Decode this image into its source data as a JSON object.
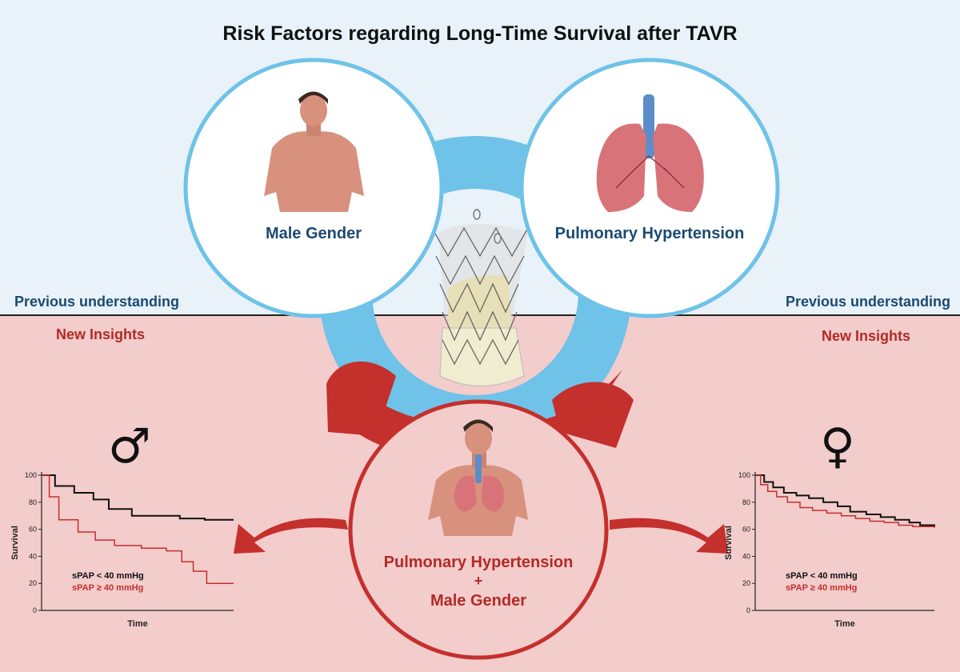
{
  "title": "Risk Factors regarding Long-Time Survival after TAVR",
  "bands": {
    "top_left": "Previous understanding",
    "top_right": "Previous understanding",
    "bottom_left": "New Insights",
    "bottom_right": "New Insights"
  },
  "circles": {
    "male": "Male Gender",
    "ph": "Pulmonary Hypertension",
    "combined_line1": "Pulmonary Hypertension",
    "combined_plus": "+",
    "combined_line2": "Male Gender"
  },
  "symbols": {
    "male": "♂",
    "female": "♀"
  },
  "colors": {
    "top_bg": "#e8f2f8",
    "bottom_bg": "#f3cccc",
    "blue": "#6fc2e8",
    "blue_dark": "#1b4a72",
    "red": "#c4302c",
    "red_dark": "#b22a26"
  },
  "chart_data": [
    {
      "type": "line",
      "symbol": "male",
      "xlabel": "Time",
      "ylabel": "Survival",
      "ylim": [
        0,
        100
      ],
      "yticks": [
        0,
        20,
        40,
        60,
        80,
        100
      ],
      "xlim": [
        0,
        10
      ],
      "series": [
        {
          "name": "sPAP < 40 mmHg",
          "color": "#111111",
          "x": [
            0,
            0.7,
            1.7,
            2.7,
            3.5,
            4.7,
            7.2,
            8.5,
            10
          ],
          "y": [
            100,
            92,
            87,
            82,
            75,
            70,
            68,
            67,
            67
          ]
        },
        {
          "name": "sPAP ≥ 40 mmHg",
          "color": "#c4302c",
          "x": [
            0,
            0.4,
            0.9,
            1.9,
            2.8,
            3.8,
            5.2,
            6.5,
            7.3,
            7.9,
            8.6,
            10
          ],
          "y": [
            100,
            84,
            67,
            58,
            52,
            48,
            46,
            44,
            36,
            29,
            20,
            20
          ]
        }
      ]
    },
    {
      "type": "line",
      "symbol": "female",
      "xlabel": "Time",
      "ylabel": "Survival",
      "ylim": [
        0,
        100
      ],
      "yticks": [
        0,
        20,
        40,
        60,
        80,
        100
      ],
      "xlim": [
        0,
        10
      ],
      "series": [
        {
          "name": "sPAP < 40 mmHg",
          "color": "#111111",
          "x": [
            0,
            0.5,
            1.0,
            1.6,
            2.3,
            3.0,
            3.8,
            4.6,
            5.3,
            6.2,
            7.0,
            7.8,
            8.6,
            9.2,
            10
          ],
          "y": [
            100,
            95,
            91,
            87,
            85,
            83,
            80,
            77,
            73,
            71,
            69,
            67,
            65,
            63,
            62
          ]
        },
        {
          "name": "sPAP ≥ 40 mmHg",
          "color": "#c4302c",
          "x": [
            0,
            0.3,
            0.7,
            1.2,
            1.8,
            2.5,
            3.2,
            4.0,
            4.8,
            5.6,
            6.4,
            7.2,
            8.0,
            8.8,
            10
          ],
          "y": [
            100,
            93,
            88,
            84,
            80,
            76,
            74,
            72,
            70,
            68,
            66,
            65,
            63,
            62,
            61
          ]
        }
      ]
    }
  ]
}
